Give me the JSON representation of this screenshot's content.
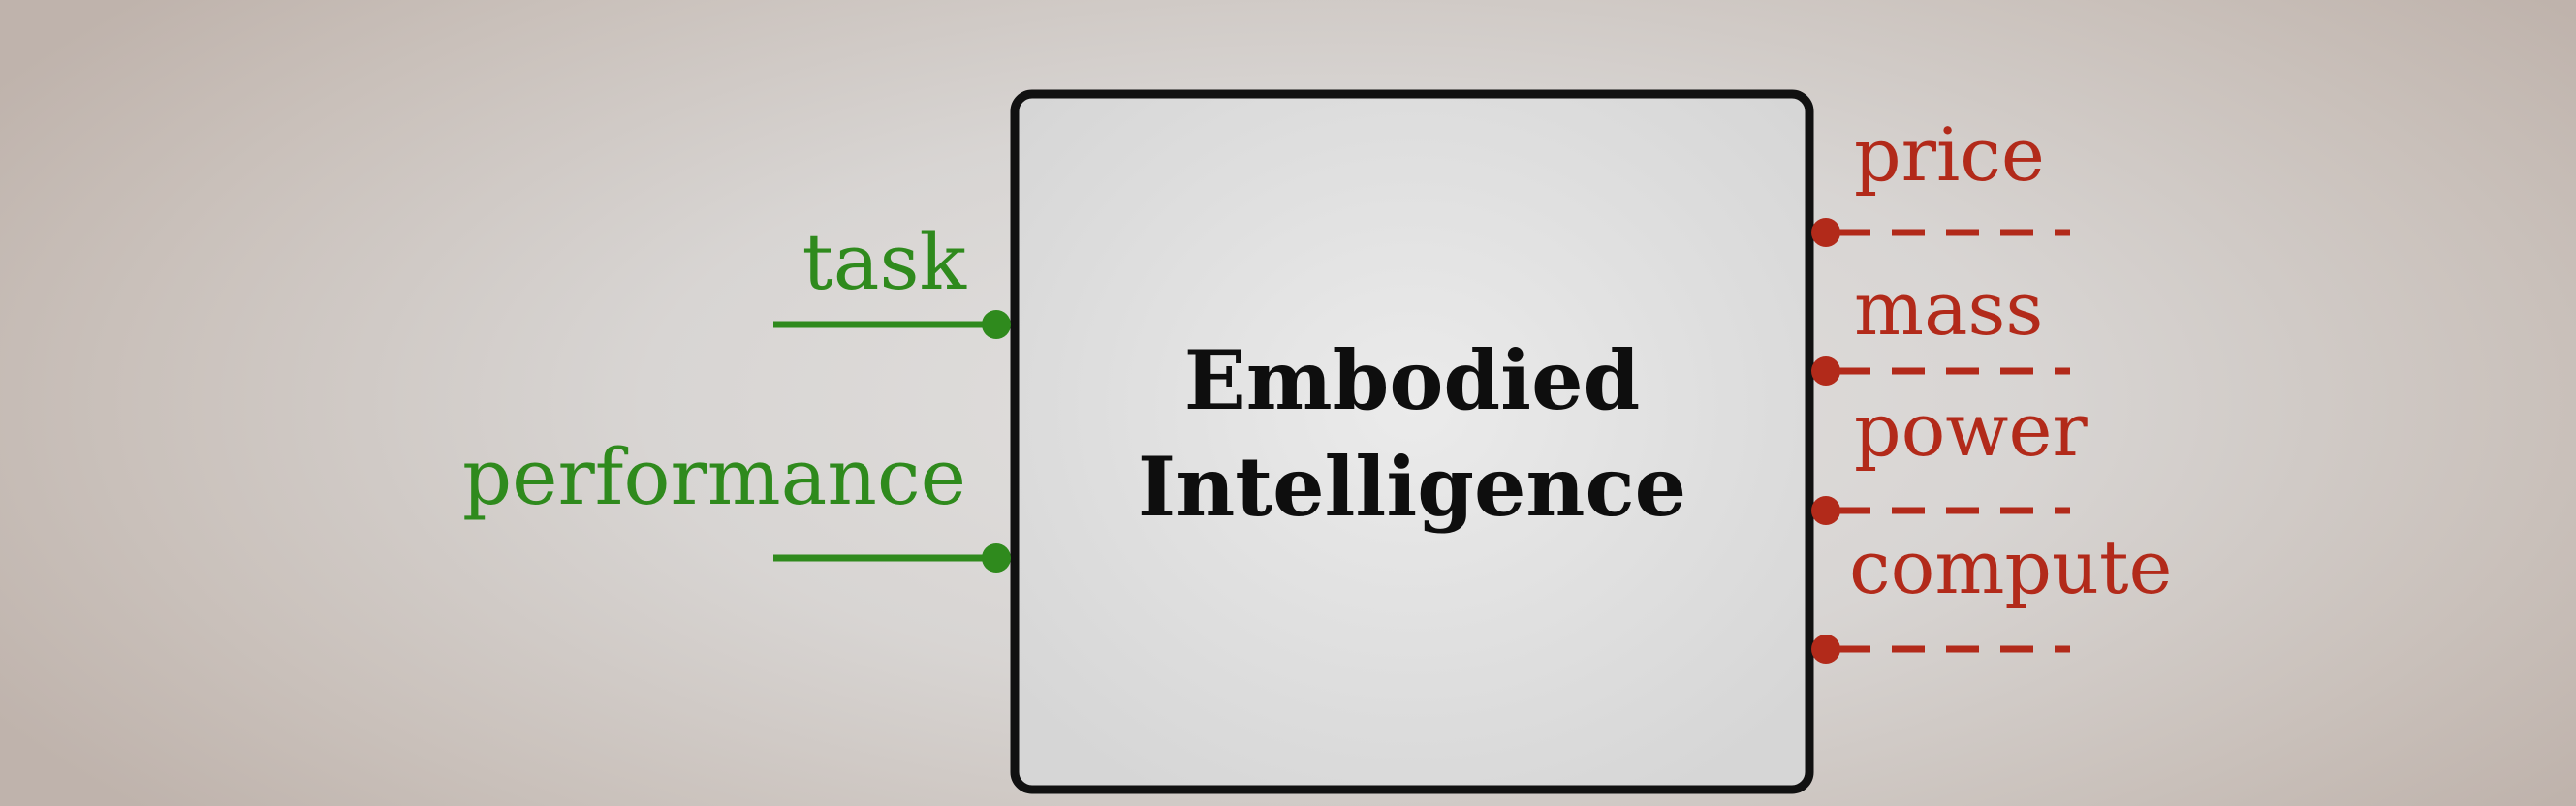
{
  "colors": {
    "input": "#2f8a1d",
    "output": "#b22a1a",
    "box_stroke": "#111111"
  },
  "box": {
    "line1": "Embodied",
    "line2": "Intelligence"
  },
  "inputs": [
    "task",
    "performance"
  ],
  "outputs": [
    "price",
    "mass",
    "power",
    "compute"
  ]
}
